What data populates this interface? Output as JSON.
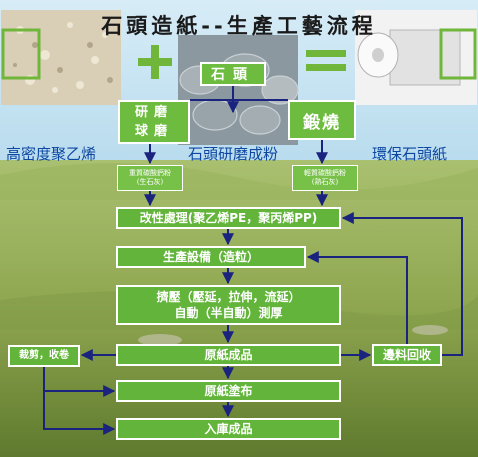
{
  "title": "石頭造紙--生產工藝流程",
  "top": {
    "stone_label": "石頭",
    "grind_label": "研磨\n球磨",
    "calcine_label": "鍛燒"
  },
  "materials": {
    "left": "高密度聚乙烯",
    "center": "石頭研磨成粉",
    "right": "環保石頭紙"
  },
  "powders": {
    "heavy_name": "重質碳酸鈣粉",
    "heavy_sub": "(生石灰)",
    "light_name": "輕質碳酸鈣粉",
    "light_sub": "(熟石灰)"
  },
  "steps": {
    "modify": "改性處理(聚乙烯PE，聚丙烯PP)",
    "production": "生產設備（造粒）",
    "extrude_line1": "擠壓（壓延，拉伸，流延）",
    "extrude_line2": "自動（半自動）測厚",
    "base_paper": "原紙成品",
    "coating": "原紙塗布",
    "storage": "入庫成品",
    "trim": "裁剪，收卷",
    "recycle": "邊料回收"
  },
  "colors": {
    "box_green": "#62b43a",
    "arrow_blue": "#1a237e",
    "text_blue": "#0d47a1"
  }
}
